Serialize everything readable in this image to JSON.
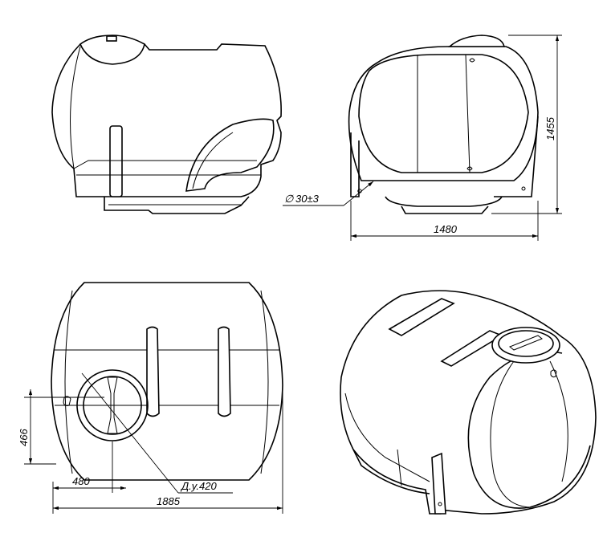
{
  "dimensions": {
    "height": "1455",
    "width_end": "1480",
    "drain_hole": "30±3",
    "diameter_symbol": "∅",
    "neck_offset_y": "466",
    "neck_offset_x": "480",
    "neck_label": "Д.у.420",
    "length": "1885"
  },
  "colors": {
    "line": "#000000",
    "background": "#ffffff"
  }
}
